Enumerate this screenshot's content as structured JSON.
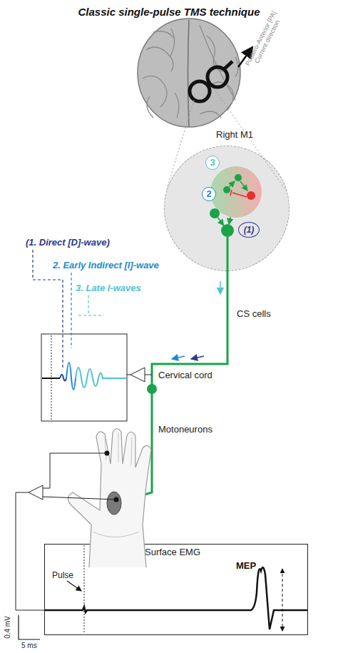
{
  "diagram": {
    "title": "Classic single-pulse TMS technique",
    "nodes": [
      {
        "text": [
          "Right M1"
        ]
      },
      {
        "text": [
          "3"
        ],
        "in": 0
      },
      {
        "text": [
          "2"
        ],
        "in": 0
      },
      {
        "text": [
          "(1)"
        ],
        "in": 0
      },
      {
        "text": [
          "Surface EMG",
          "Pulse",
          "MEP"
        ]
      }
    ],
    "edges": [
      {
        "from": 2,
        "to": 3,
        "arrow": "to"
      },
      {
        "from": 1,
        "to": 3,
        "arrow": "to"
      }
    ],
    "labels": [
      "Postero-Anterior [PA] Current direction",
      "(1. Direct [D]-wave)",
      "2. Early Indirect [I]-wave",
      "3. Late I-waves",
      "CS cells",
      "Cervical cord",
      "Motoneurons",
      "0.4 mV",
      "5 ms"
    ]
  }
}
